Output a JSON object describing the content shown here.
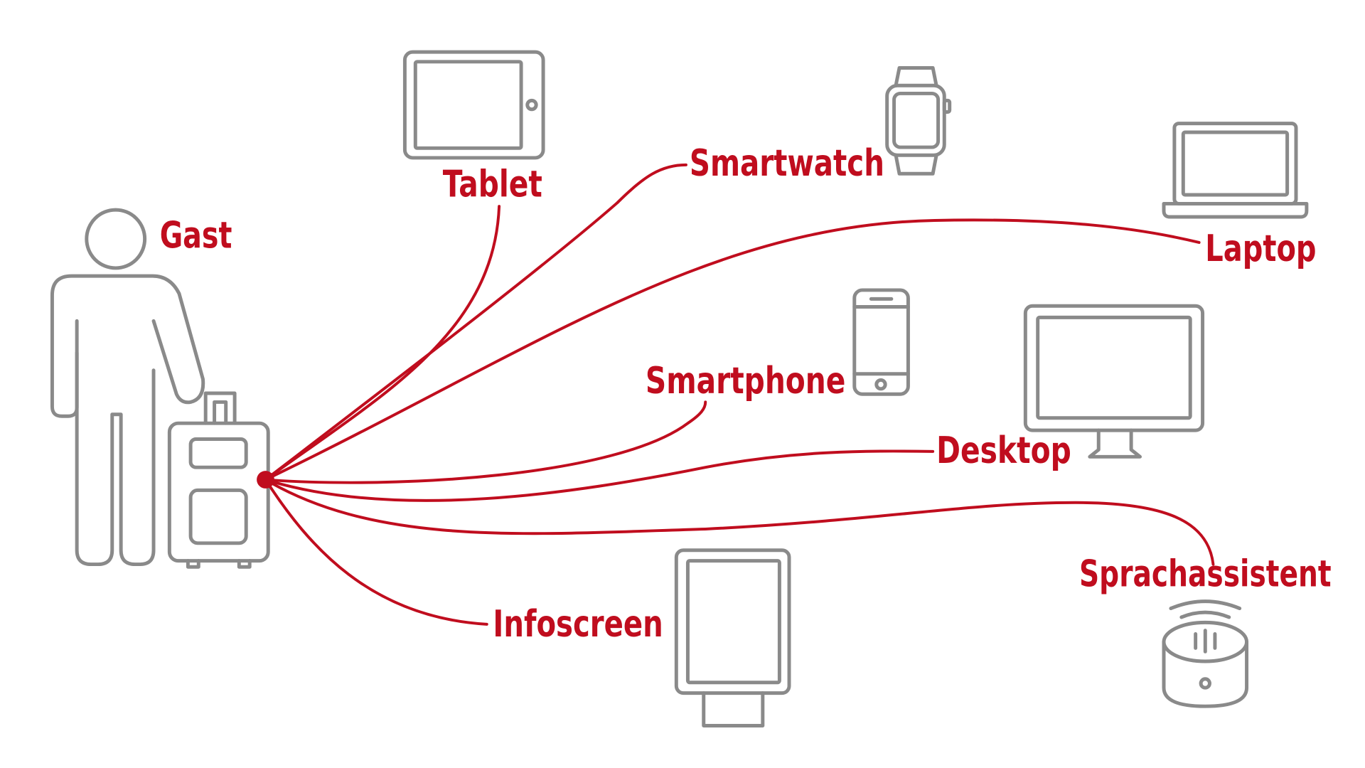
{
  "labels": {
    "guest": "Gast",
    "tablet": "Tablet",
    "smartwatch": "Smartwatch",
    "laptop": "Laptop",
    "smartphone": "Smartphone",
    "desktop": "Desktop",
    "infoscreen": "Infoscreen",
    "voice_assistant": "Sprachassistent"
  },
  "colors": {
    "accent": "#c00d1e",
    "icon_stroke": "#8a8a8a",
    "background": "#ffffff"
  },
  "icons": [
    "person-icon",
    "suitcase-icon",
    "tablet-icon",
    "smartwatch-icon",
    "laptop-icon",
    "smartphone-icon",
    "desktop-icon",
    "infoscreen-icon",
    "voice-assistant-icon"
  ]
}
